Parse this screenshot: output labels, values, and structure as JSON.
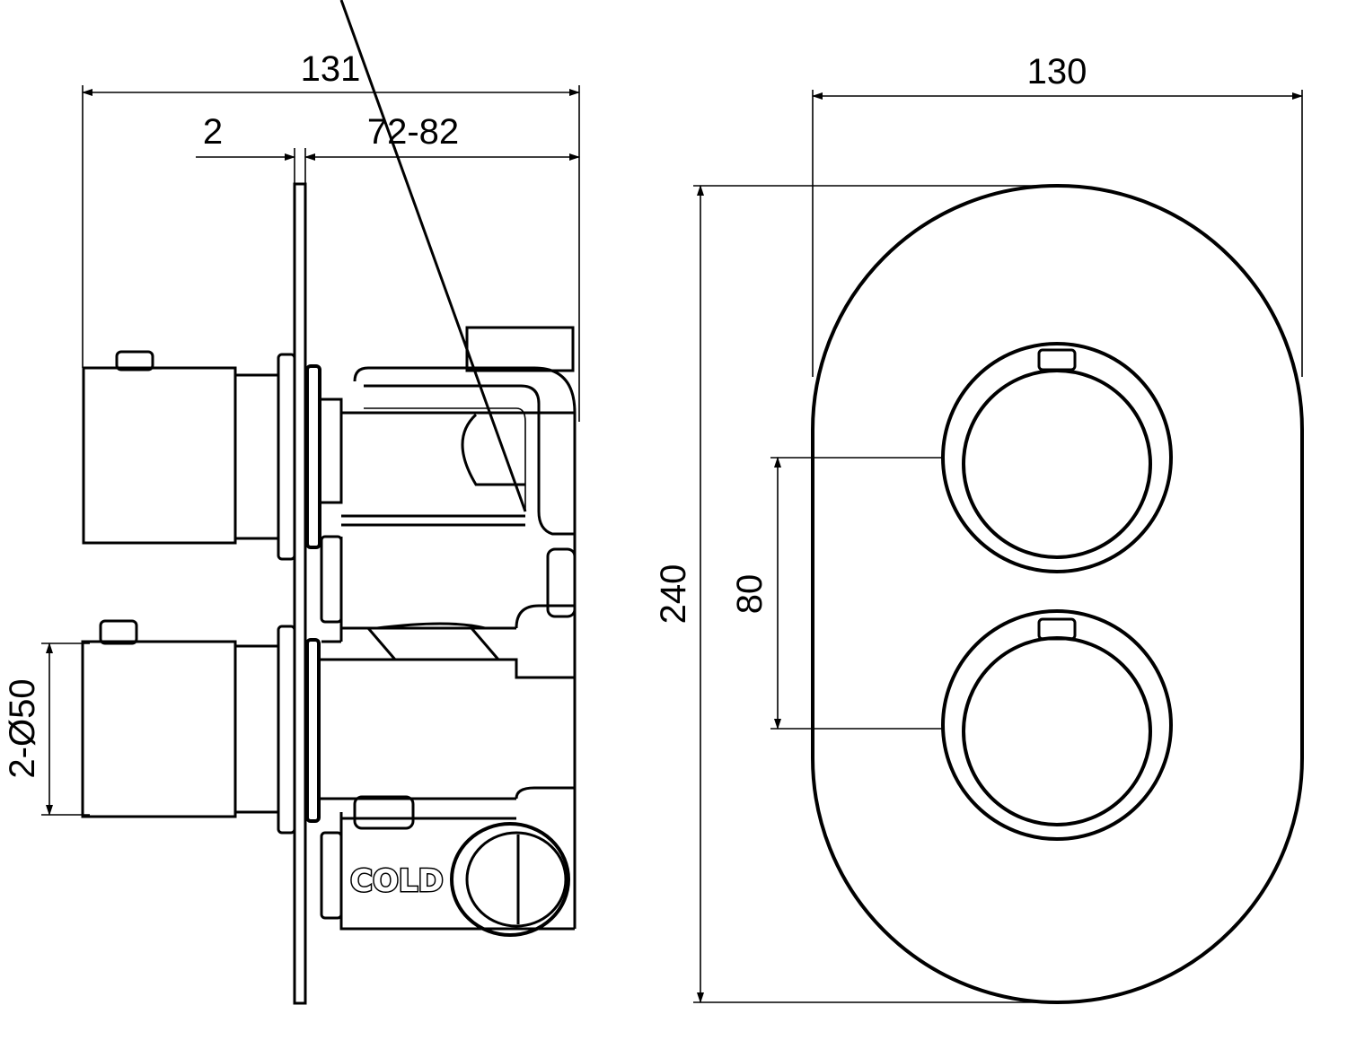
{
  "dimensions": {
    "overall_depth": "131",
    "plate_thickness": "2",
    "wall_depth_range": "72-82",
    "plate_width": "130",
    "plate_height": "240",
    "knob_spacing": "80",
    "knob_diameter": "2-Ø50"
  },
  "labels": {
    "cold": "COLD"
  }
}
